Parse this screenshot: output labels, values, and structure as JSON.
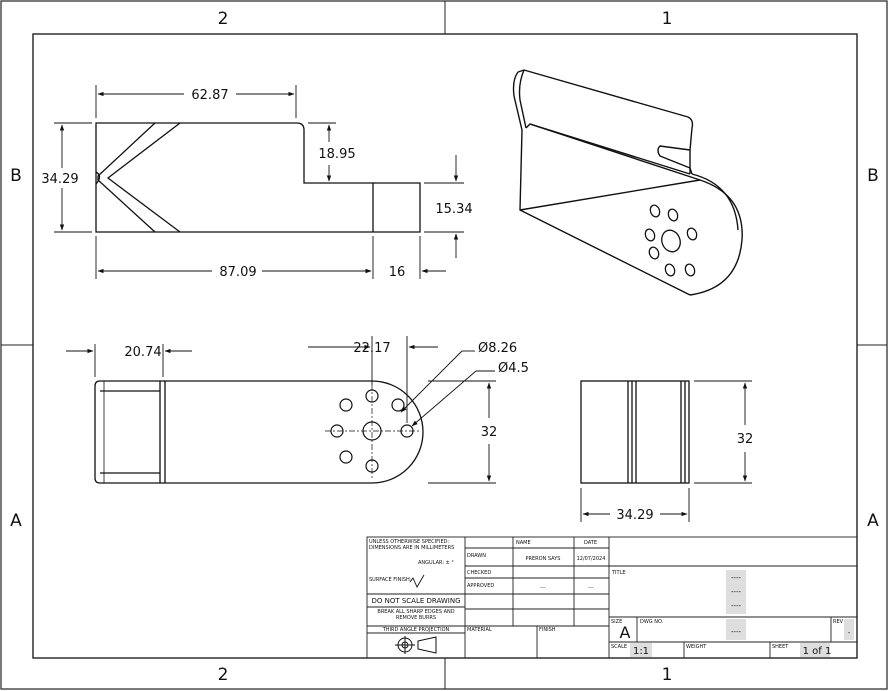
{
  "zones": {
    "cols": [
      "2",
      "1"
    ],
    "rows": [
      "B",
      "A"
    ]
  },
  "dimensions": {
    "top_width": "62.87",
    "overall_height": "34.29",
    "step_height": "18.95",
    "end_height": "15.34",
    "overall_length": "87.09",
    "end_length": "16",
    "front_offset": "20.74",
    "hole_spacing": "22.17",
    "hole_dia_large": "Ø8.26",
    "hole_dia_small": "Ø4.5",
    "front_height": "32",
    "side_height": "32",
    "side_width": "34.29"
  },
  "title_block": {
    "general_note": "UNLESS OTHERWISE SPECIFIED: DIMENSIONS ARE IN MILLIMETERS",
    "angular": "ANGULAR: ± °",
    "surface_finish": "SURFACE FINISH:",
    "no_scale": "DO NOT SCALE DRAWING",
    "break_edges": "BREAK ALL SHARP EDGES AND REMOVE BURRS",
    "projection": "THIRD ANGLE PROJECTION",
    "hdr_name": "NAME",
    "hdr_date": "DATE",
    "drawn": "DRAWN",
    "drawn_name": "PRERON SAYS",
    "drawn_date": "12/07/2024",
    "checked": "CHECKED",
    "approved": "APPROVED",
    "approved_name": "---",
    "approved_date": "---",
    "material": "MATERIAL",
    "finish": "FINISH",
    "title_label": "TITLE",
    "title_value": [
      "----",
      "----",
      "----"
    ],
    "size_label": "SIZE",
    "size_value": "A",
    "dwg_label": "DWG NO.",
    "dwg_value": "----",
    "rev_label": "REV",
    "rev_value": "-",
    "scale_label": "SCALE",
    "scale_value": "1:1",
    "weight_label": "WEIGHT",
    "sheet_label": "SHEET",
    "sheet_value": "1 of 1"
  }
}
